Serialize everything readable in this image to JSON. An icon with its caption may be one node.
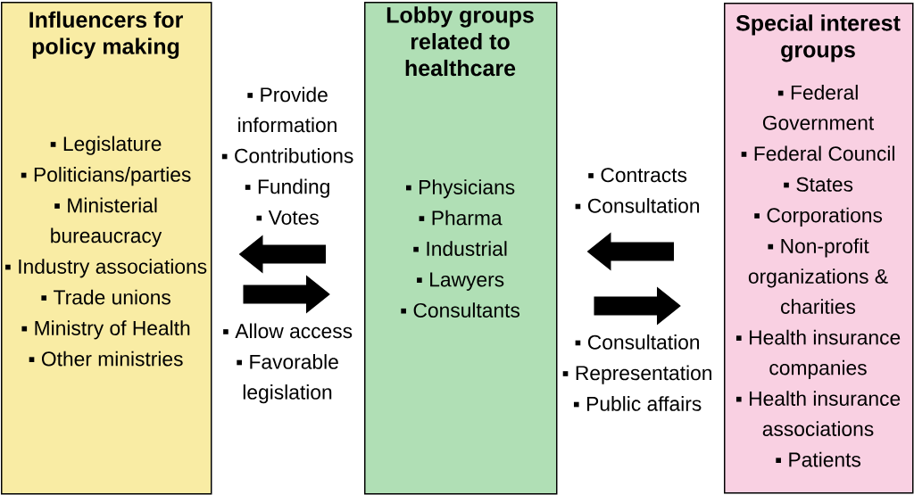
{
  "diagram": {
    "nodes": [
      {
        "text": [
          "Influencers for policy making",
          "▪ Legislature",
          "▪ Politicians/parties",
          "▪ Ministerial bureaucracy",
          "▪ Industry associations",
          "▪ Trade unions",
          "▪ Ministry of Health",
          "▪ Other ministries"
        ]
      },
      {
        "text": [
          "Lobby groups related to healthcare",
          "▪ Physicians",
          "▪ Pharma",
          "▪ Industrial",
          "▪ Lawyers",
          "▪ Consultants"
        ]
      },
      {
        "text": [
          "Special interest groups",
          "▪ Federal Government",
          "▪ Federal Council",
          "▪ States",
          "▪ Corporations",
          "▪ Non-profit organizations & charities",
          "▪ Health insurance companies",
          "▪ Health insurance associations",
          "▪ Patients"
        ]
      }
    ],
    "edges": [
      {
        "from": 1,
        "to": 0,
        "arrow": "to"
      },
      {
        "from": 0,
        "to": 1,
        "arrow": "to"
      },
      {
        "from": 2,
        "to": 1,
        "arrow": "to"
      },
      {
        "from": 1,
        "to": 2,
        "arrow": "to"
      }
    ],
    "labels": [
      "▪ Provide information",
      "▪ Contributions",
      "▪ Funding",
      "▪ Votes",
      "▪ Allow access",
      "▪ Favorable legislation",
      "▪ Contracts",
      "▪ Consultation",
      "▪ Consultation",
      "▪ Representation",
      "▪ Public affairs"
    ]
  }
}
